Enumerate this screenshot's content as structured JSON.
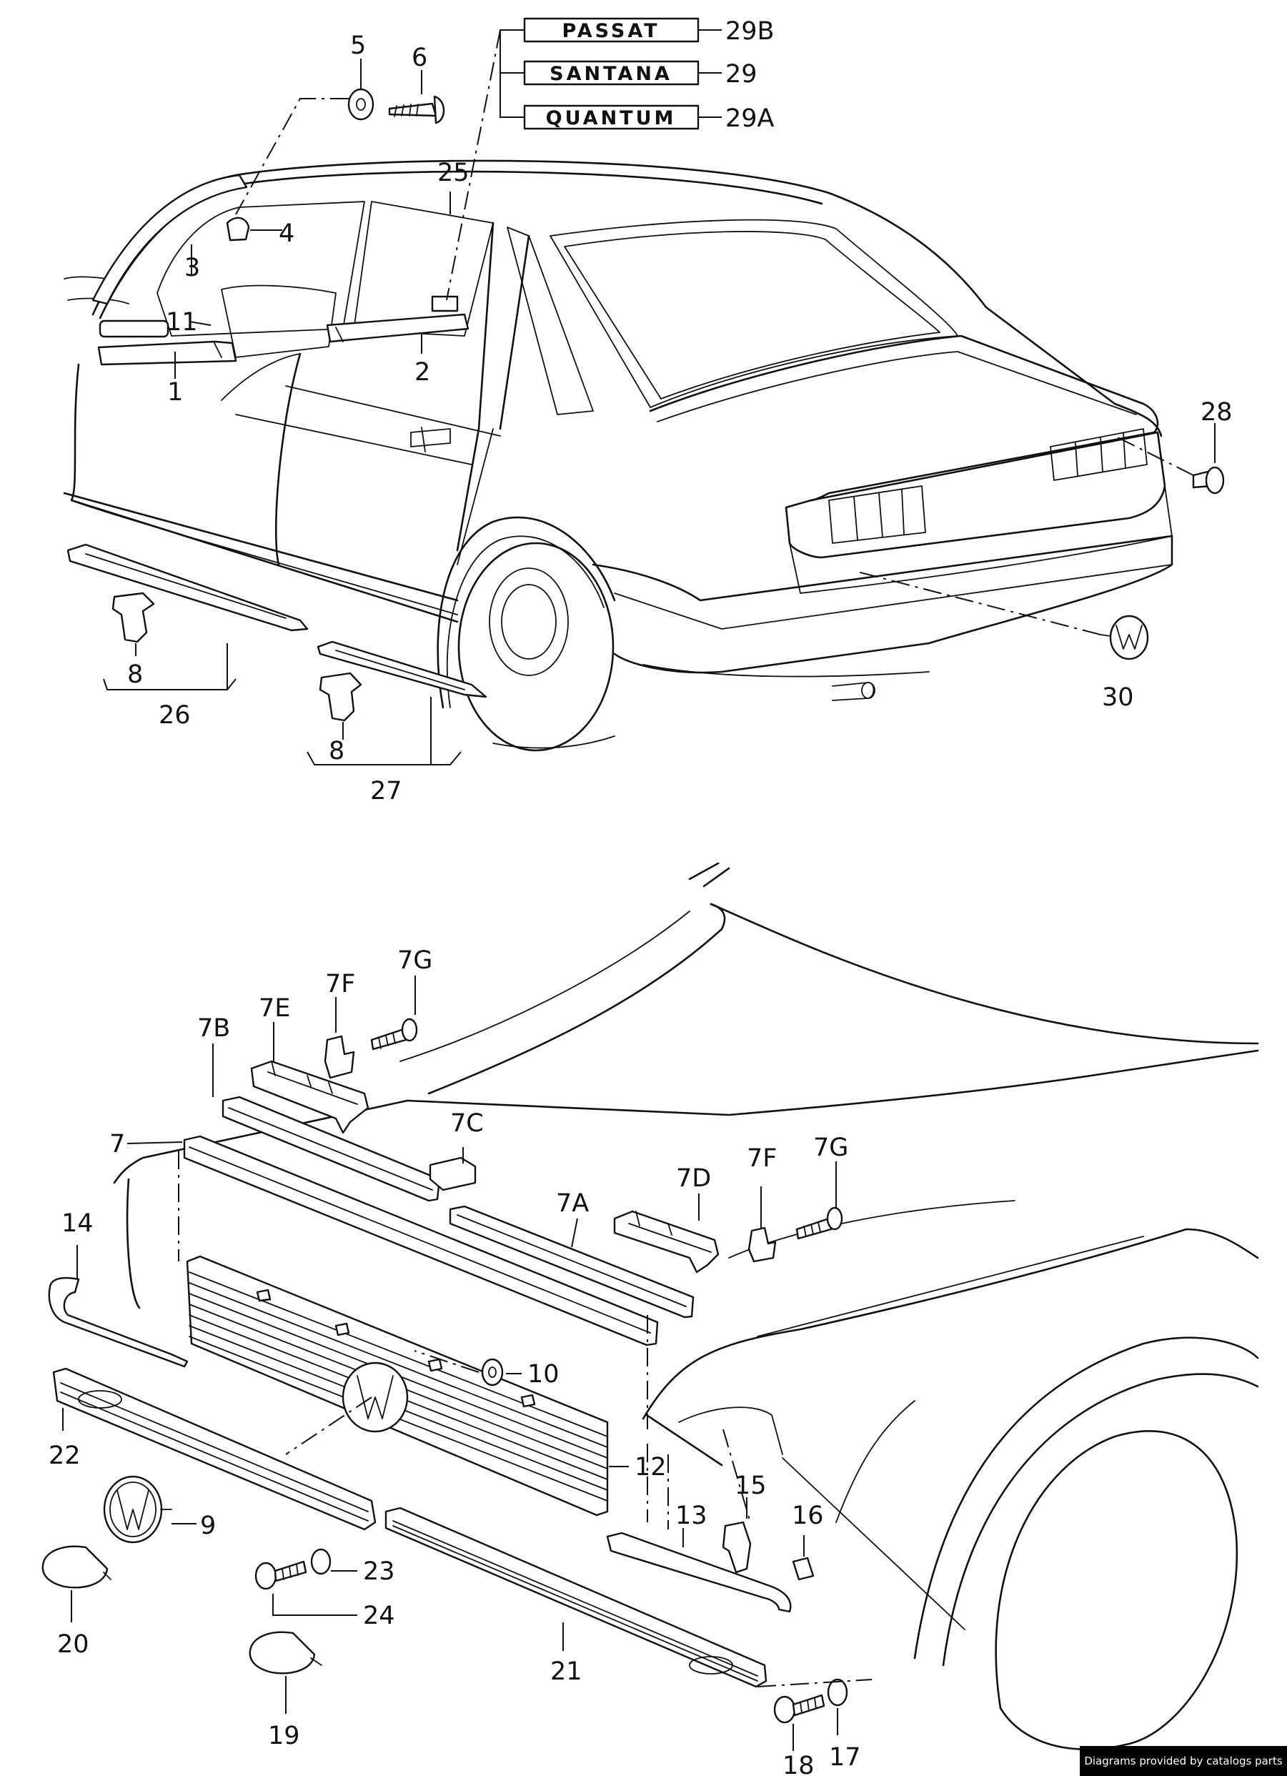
{
  "badges": [
    {
      "text": "PASSAT",
      "ref": "29B"
    },
    {
      "text": "SANTANA",
      "ref": "29"
    },
    {
      "text": "QUANTUM",
      "ref": "29A"
    }
  ],
  "labels": {
    "l5": "5",
    "l6": "6",
    "l25": "25",
    "l4": "4",
    "l3": "3",
    "l11": "11",
    "l1": "1",
    "l2": "2",
    "l28": "28",
    "l8a": "8",
    "l26": "26",
    "l8b": "8",
    "l27": "27",
    "l30": "30",
    "l7G1": "7G",
    "l7F1": "7F",
    "l7E": "7E",
    "l7B": "7B",
    "l7C": "7C",
    "l7": "7",
    "l7G2": "7G",
    "l7F2": "7F",
    "l7D": "7D",
    "l7A": "7A",
    "l14": "14",
    "l10": "10",
    "l22": "22",
    "l12": "12",
    "l9": "9",
    "l15": "15",
    "l13": "13",
    "l16": "16",
    "l23": "23",
    "l24": "24",
    "l20": "20",
    "l21": "21",
    "l19": "19",
    "l17": "17",
    "l18": "18"
  },
  "footer": {
    "credit": "Diagrams provided by catalogs parts"
  }
}
